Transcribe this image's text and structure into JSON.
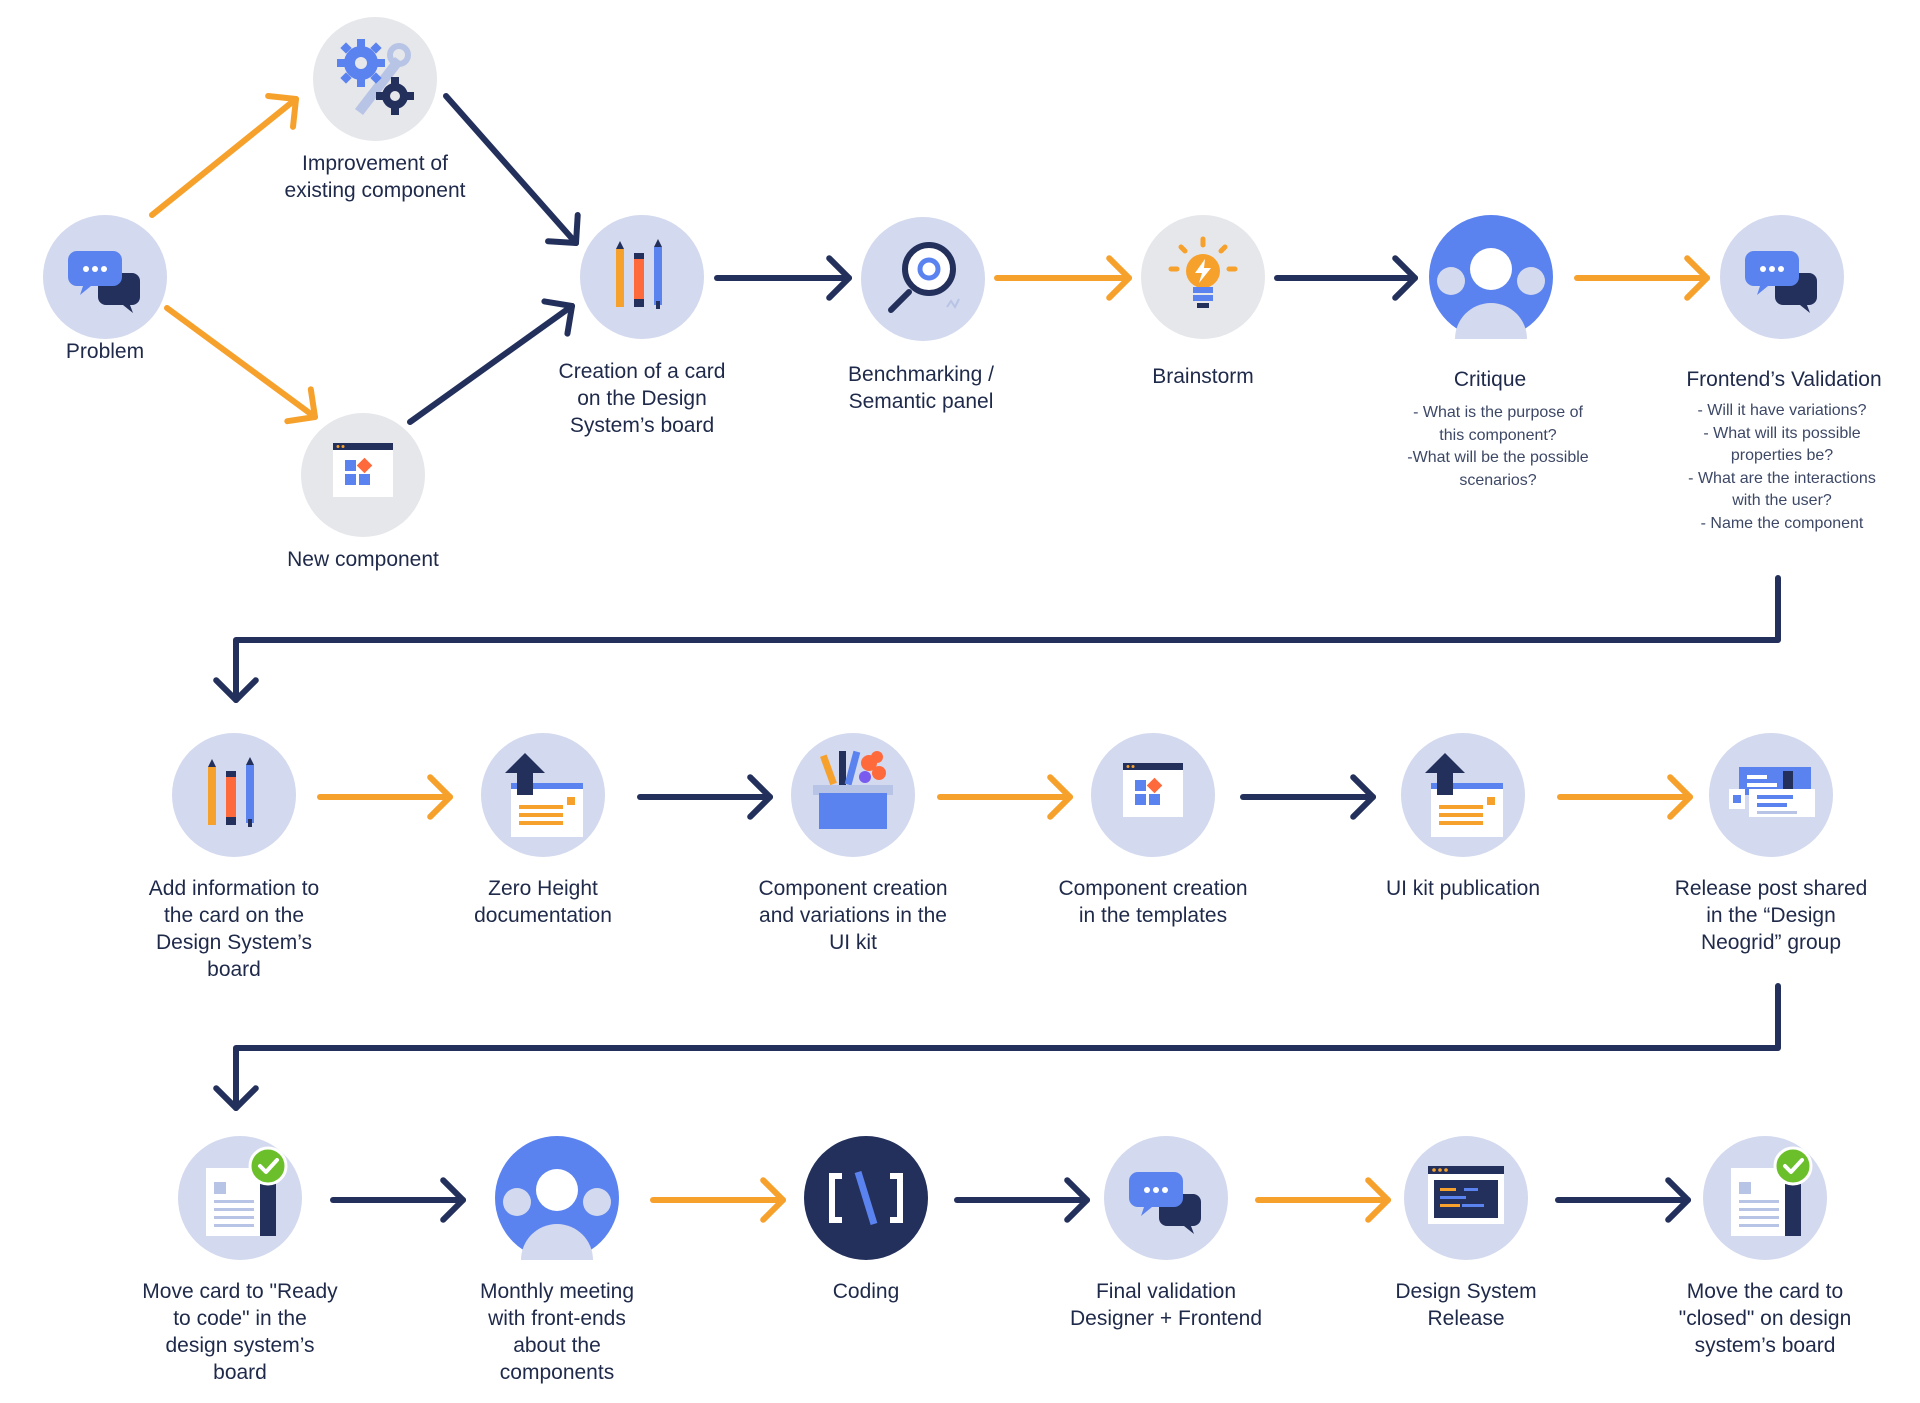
{
  "nodes": {
    "problem": {
      "label": "Problem",
      "icon": "chat-bubbles-icon"
    },
    "improvement": {
      "label": "Improvement of\nexisting component",
      "icon": "gears-wrench-icon"
    },
    "new_component": {
      "label": "New component",
      "icon": "component-window-icon"
    },
    "creation_card": {
      "label": "Creation of a card\non the Design\nSystem’s board",
      "icon": "pencils-icon"
    },
    "benchmarking": {
      "label": "Benchmarking /\nSemantic panel",
      "icon": "magnifier-icon"
    },
    "brainstorm": {
      "label": "Brainstorm",
      "icon": "lightbulb-icon"
    },
    "critique": {
      "label": "Critique",
      "icon": "people-group-icon",
      "note": "- What is the purpose of\nthis component?\n-What will be the possible\nscenarios?"
    },
    "frontend_validation": {
      "label": "Frontend’s Validation",
      "icon": "chat-bubbles-icon",
      "note": "- Will it have variations?\n- What will its possible\nproperties be?\n- What are the interactions\nwith the user?\n- Name the component"
    },
    "add_info": {
      "label": "Add information to\nthe card on the\nDesign System’s\nboard",
      "icon": "pencils-icon"
    },
    "zero_height": {
      "label": "Zero Height\ndocumentation",
      "icon": "upload-document-icon"
    },
    "component_creation_ui": {
      "label": "Component creation\nand variations in the\nUI kit",
      "icon": "art-supplies-box-icon"
    },
    "component_creation_templates": {
      "label": "Component creation\nin the templates",
      "icon": "component-window-icon"
    },
    "ui_kit_publication": {
      "label": "UI kit publication",
      "icon": "upload-document-icon"
    },
    "release_post": {
      "label": "Release post shared\nin the “Design\nNeogrid” group",
      "icon": "cards-icon"
    },
    "move_ready": {
      "label": "Move card to \"Ready\nto code\" in the\ndesign system’s\nboard",
      "icon": "card-check-icon"
    },
    "monthly_meeting": {
      "label": "Monthly meeting\nwith front-ends\nabout the\ncomponents",
      "icon": "people-group-icon"
    },
    "coding": {
      "label": "Coding",
      "icon": "code-brackets-icon"
    },
    "final_validation": {
      "label": "Final validation\nDesigner + Frontend",
      "icon": "chat-bubbles-icon"
    },
    "ds_release": {
      "label": "Design System\nRelease",
      "icon": "code-window-icon"
    },
    "move_closed": {
      "label": "Move the card to\n\"closed\" on design\nsystem’s board",
      "icon": "card-check-icon"
    }
  },
  "colors": {
    "navy": "#23305c",
    "orange": "#f7a12d",
    "node_fill": "#d3d9ee",
    "node_grey": "#e6e7eb",
    "node_blue": "#5b83ef"
  },
  "connections": [
    {
      "from": "problem",
      "to": "improvement",
      "color": "orange"
    },
    {
      "from": "problem",
      "to": "new_component",
      "color": "orange"
    },
    {
      "from": "improvement",
      "to": "creation_card",
      "color": "navy"
    },
    {
      "from": "new_component",
      "to": "creation_card",
      "color": "navy"
    },
    {
      "from": "creation_card",
      "to": "benchmarking",
      "color": "navy"
    },
    {
      "from": "benchmarking",
      "to": "brainstorm",
      "color": "orange"
    },
    {
      "from": "brainstorm",
      "to": "critique",
      "color": "navy"
    },
    {
      "from": "critique",
      "to": "frontend_validation",
      "color": "orange"
    },
    {
      "from": "frontend_validation",
      "to": "add_info",
      "color": "navy"
    },
    {
      "from": "add_info",
      "to": "zero_height",
      "color": "orange"
    },
    {
      "from": "zero_height",
      "to": "component_creation_ui",
      "color": "navy"
    },
    {
      "from": "component_creation_ui",
      "to": "component_creation_templates",
      "color": "orange"
    },
    {
      "from": "component_creation_templates",
      "to": "ui_kit_publication",
      "color": "navy"
    },
    {
      "from": "ui_kit_publication",
      "to": "release_post",
      "color": "orange"
    },
    {
      "from": "release_post",
      "to": "move_ready",
      "color": "navy"
    },
    {
      "from": "move_ready",
      "to": "monthly_meeting",
      "color": "navy"
    },
    {
      "from": "monthly_meeting",
      "to": "coding",
      "color": "orange"
    },
    {
      "from": "coding",
      "to": "final_validation",
      "color": "navy"
    },
    {
      "from": "final_validation",
      "to": "ds_release",
      "color": "orange"
    },
    {
      "from": "ds_release",
      "to": "move_closed",
      "color": "navy"
    }
  ]
}
